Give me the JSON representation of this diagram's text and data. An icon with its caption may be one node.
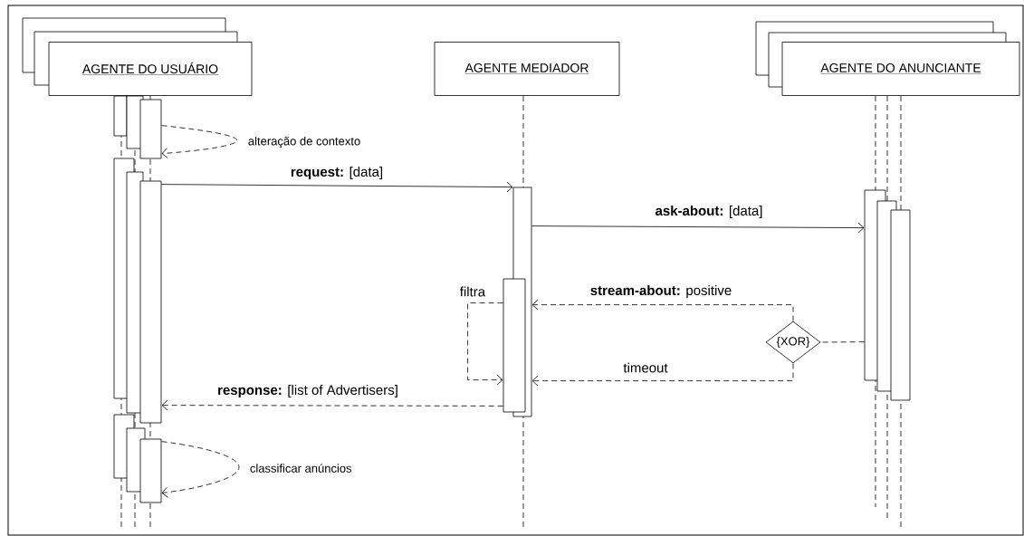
{
  "diagram": {
    "nodes": [
      {
        "text": [
          "AGENTE DO USUÁRIO"
        ]
      },
      {
        "text": [
          "AGENTE MEDIADOR"
        ]
      },
      {
        "text": [
          "AGENTE DO ANUNCIANTE"
        ]
      },
      {
        "text": [],
        "shape": "bar"
      },
      {
        "text": [],
        "shape": "bar"
      },
      {
        "text": [],
        "shape": "bar"
      },
      {
        "text": [],
        "shape": "bar"
      },
      {
        "text": [
          "{XOR}"
        ]
      },
      {
        "text": [],
        "shape": "bar"
      },
      {
        "text": [],
        "shape": "bar"
      },
      {
        "text": [],
        "shape": "bar"
      },
      {
        "text": [],
        "shape": "bar"
      },
      {
        "text": [],
        "shape": "bar"
      },
      {
        "text": [],
        "shape": "bar"
      },
      {
        "text": [],
        "shape": "bar"
      },
      {
        "text": [],
        "shape": "bar"
      },
      {
        "text": [],
        "shape": "bar"
      },
      {
        "text": [],
        "shape": "bar"
      }
    ],
    "edges": [
      {
        "from": 3,
        "to": 3,
        "arrow": "to",
        "style": "dashed",
        "label": "alteração de contexto"
      },
      {
        "from": 4,
        "to": 5,
        "arrow": "to",
        "label": "**request:** [data]"
      },
      {
        "from": 5,
        "to": 6,
        "arrow": "to",
        "label": "**ask-about:** [data]"
      },
      {
        "from": 6,
        "to": 7,
        "arrow": "none",
        "style": "dashed"
      },
      {
        "from": 7,
        "to": 5,
        "arrow": "to",
        "style": "dashed",
        "label": "**stream-about:** positive"
      },
      {
        "from": 7,
        "to": 5,
        "arrow": "to",
        "style": "dashed",
        "label": "timeout"
      },
      {
        "from": 8,
        "to": 8,
        "arrow": "to",
        "style": "dashed",
        "label": "filtra"
      },
      {
        "from": 8,
        "to": 4,
        "arrow": "to",
        "style": "dashed",
        "label": "**response:** [list of Advertisers]"
      },
      {
        "from": 9,
        "to": 9,
        "arrow": "to",
        "style": "dashed",
        "label": "classificar anúncios"
      }
    ]
  }
}
